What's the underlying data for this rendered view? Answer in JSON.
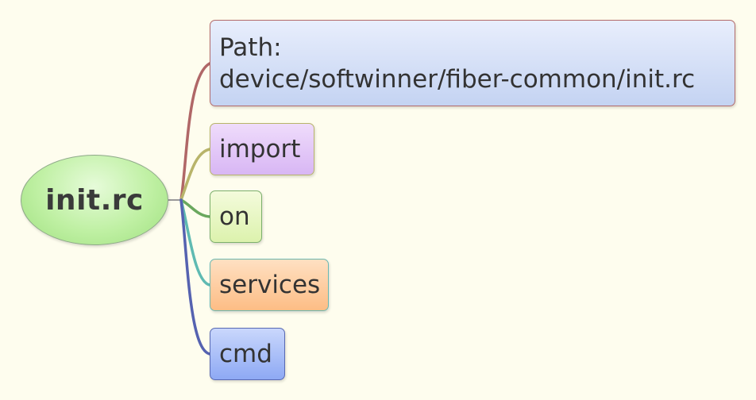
{
  "root": {
    "label": "init.rc",
    "color": "#bff0a3"
  },
  "topics": [
    {
      "id": "path",
      "line1": "Path:",
      "line2": "device/softwinner/fiber-common/init.rc",
      "fill": "#c4d3f2",
      "branch_color": "#b06767"
    },
    {
      "id": "import",
      "label": "import",
      "fill": "#d8b6f4",
      "branch_color": "#b8b46a"
    },
    {
      "id": "on",
      "label": "on",
      "fill": "#dcf2ad",
      "branch_color": "#6aa85e"
    },
    {
      "id": "services",
      "label": "services",
      "fill": "#fdbd85",
      "branch_color": "#5fbab2"
    },
    {
      "id": "cmd",
      "label": "cmd",
      "fill": "#8ea9f4",
      "branch_color": "#5562b0"
    }
  ],
  "background": "#fefdee"
}
